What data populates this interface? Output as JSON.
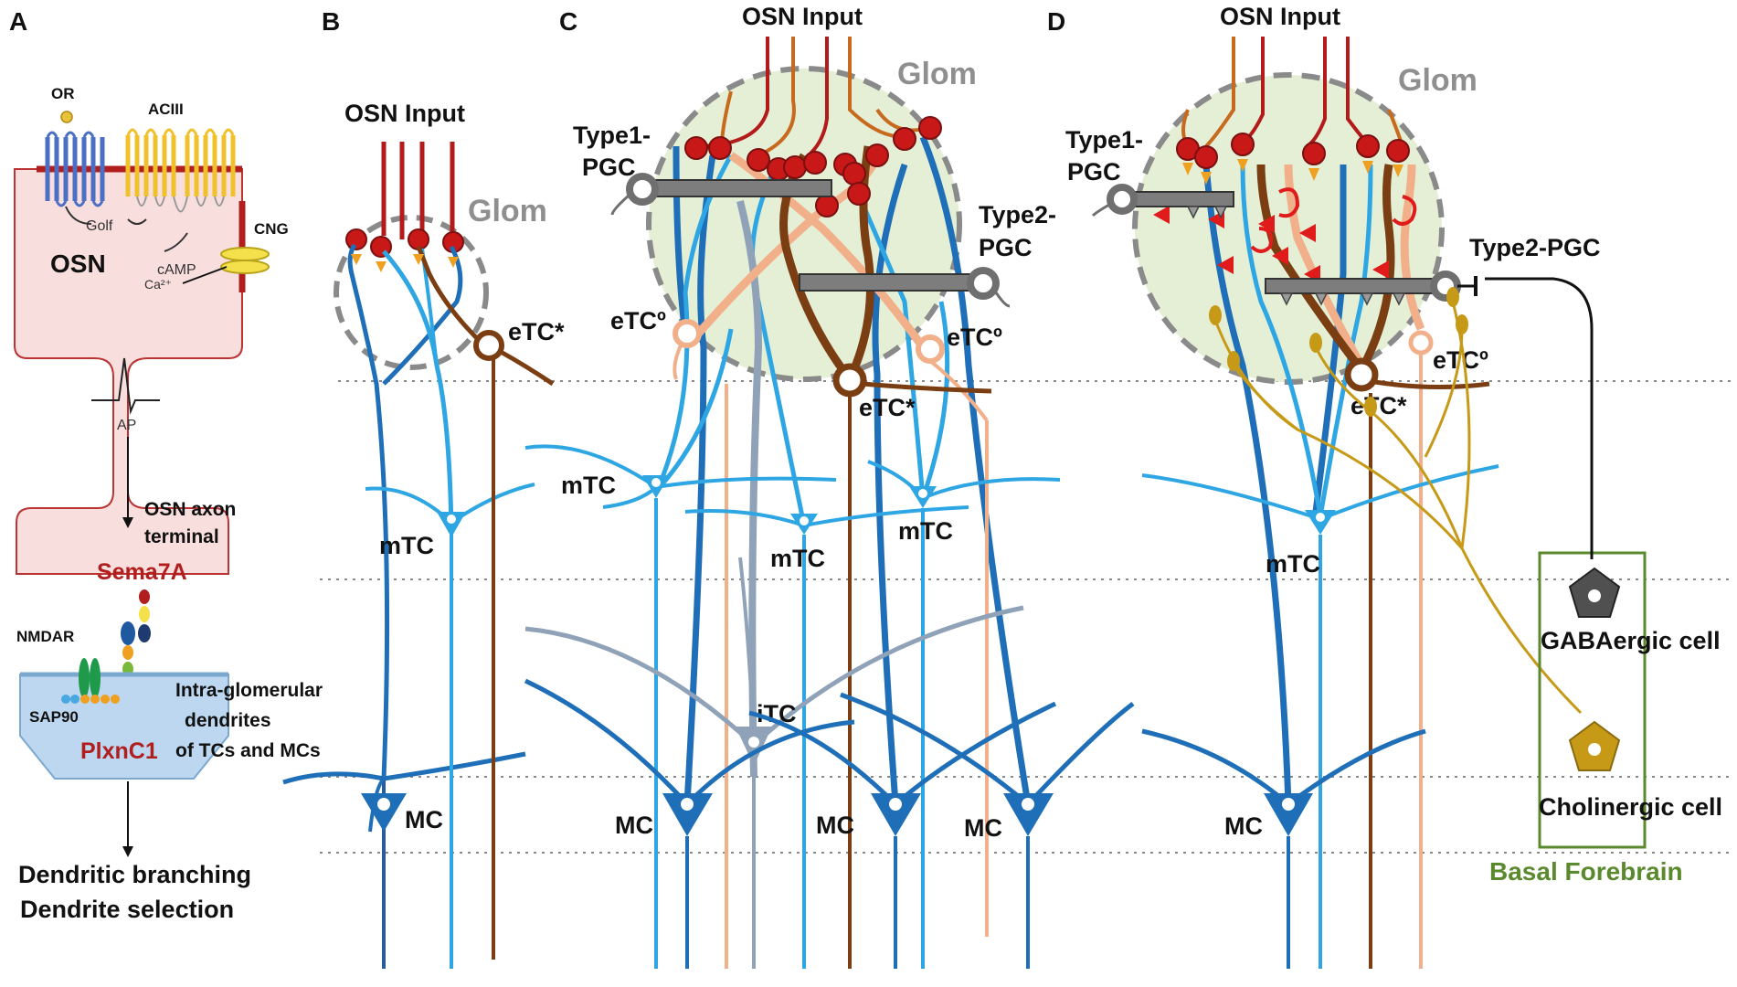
{
  "panels": {
    "A": "A",
    "B": "B",
    "C": "C",
    "D": "D"
  },
  "panel_a": {
    "or": "OR",
    "aciii": "ACIII",
    "golf": "Golf",
    "camp": "cAMP",
    "cng": "CNG",
    "ca": "Ca²⁺",
    "osn": "OSN",
    "ap": "AP",
    "axon_terminal_1": "OSN axon",
    "axon_terminal_2": "terminal",
    "sema7a": "Sema7A",
    "nmdar": "NMDAR",
    "sap90": "SAP90",
    "plxnc1": "PlxnC1",
    "intra_1": "Intra-glomerular",
    "intra_2": "dendrites",
    "intra_3": "of TCs and MCs",
    "outcome_1": "Dendritic branching",
    "outcome_2": "Dendrite selection"
  },
  "panel_b": {
    "osn_input": "OSN Input",
    "glom": "Glom",
    "etc_star": "eTC*",
    "mtc": "mTC",
    "mc": "MC"
  },
  "panel_c": {
    "osn_input": "OSN Input",
    "glom": "Glom",
    "type1_1": "Type1-",
    "type1_2": "PGC",
    "type2_1": "Type2-",
    "type2_2": "PGC",
    "etc_o_left": "eTCº",
    "etc_o_right": "eTCº",
    "etc_star": "eTC*",
    "mtc_left": "mTC",
    "mtc_mid": "mTC",
    "mtc_right": "mTC",
    "itc": "iTC",
    "mc_left": "MC",
    "mc_mid": "MC",
    "mc_right": "MC"
  },
  "panel_d": {
    "osn_input": "OSN Input",
    "glom": "Glom",
    "type1_1": "Type1-",
    "type1_2": "PGC",
    "type2": "Type2-PGC",
    "etc_o": "eTCº",
    "etc_star": "eTC*",
    "mtc": "mTC",
    "mc": "MC",
    "gaba": "GABAergic cell",
    "cholin": "Cholinergic cell",
    "basal": "Basal Forebrain"
  },
  "colors": {
    "mc_blue": "#1f6fb8",
    "tc_lightblue": "#2ea6e3",
    "itc_gray": "#8fa2b8",
    "etc_brown": "#7a3e12",
    "etc_peach": "#f2b08a",
    "osn_red": "#b31a1a",
    "osn_orange": "#c86a1e",
    "glom_fill": "#e4efd6",
    "pgc_gray": "#6f6f6f",
    "cholinergic": "#c69a16",
    "gaba_cell": "#505050",
    "basal_forebrain": "#5a8a2d",
    "osn_cell": "#f9dede",
    "receptor_region": "#bcd7ef"
  }
}
